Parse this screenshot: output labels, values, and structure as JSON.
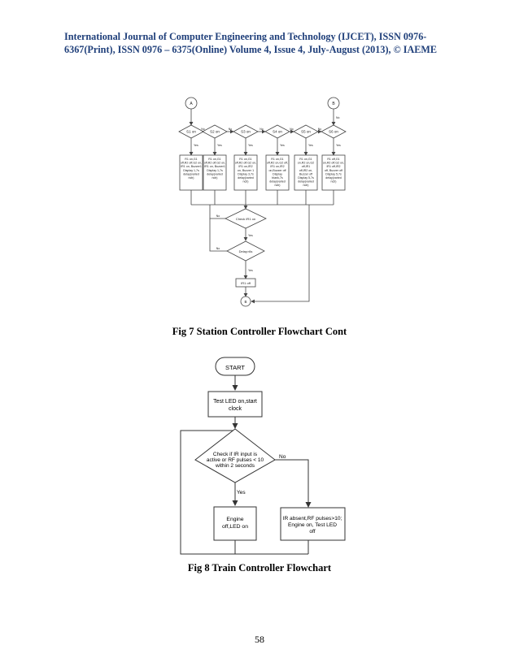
{
  "header": {
    "line1": "International Journal of Computer Engineering and Technology (IJCET), ISSN 0976-",
    "line2": "6367(Print), ISSN 0976 – 6375(Online) Volume 4, Issue 4, July-August (2013), © IAEME"
  },
  "fig7": {
    "caption": "Fig 7 Station Controller Flowchart Cont",
    "connectors": {
      "a": "A",
      "b": "B",
      "bottom": "B"
    },
    "stations": [
      {
        "label": "S1 on",
        "text": [
          "R1 on,G1",
          "off,R2 off,G2 on,",
          "IR1 on, Buzzer1",
          "Display 1,7s",
          "delay(varied",
          "ncb)"
        ]
      },
      {
        "label": "S2 on",
        "text": [
          "R1 on,G1",
          "off,R2 off,G2 on,",
          "IR1 on, Buzzer1",
          "Display 1,7s",
          "delay(varied",
          "ncb)"
        ]
      },
      {
        "label": "S3 on",
        "text": [
          "R1 on,G1",
          "off,R2 off,G2 on,",
          "IR1 on,IR2",
          "on, Buzzer 1",
          "Display 3,7s",
          "delay(varied",
          "ncb)"
        ]
      },
      {
        "label": "S4 on",
        "text": [
          "R1 on,G1",
          "off,R2 on,G2 off,",
          "IR1 on,IR2",
          "on,Buzzer off",
          "Display",
          "blank,7s",
          "delay(varied",
          "ncb)"
        ]
      },
      {
        "label": "S5 on",
        "text": [
          "R1 on,G1",
          "on,R2 on,G2",
          "off,IR1",
          "off,IR2 on,",
          "Buzzer off",
          "Display 5,7s",
          "delay(varied",
          "ncb)"
        ]
      },
      {
        "label": "S6 on",
        "text": [
          "R1 off,G1",
          "on,R2 off,G2 on,",
          "IR1 off,IR2",
          "off, Buzzer off",
          "Display 5,7s",
          "delay(varied",
          "ncb)"
        ]
      }
    ],
    "no": "No",
    "yes": "Yes",
    "check_ir": "Check IR1 on",
    "delay": "Delay>6s",
    "ir_off": "IR1 off"
  },
  "fig8": {
    "caption": "Fig 8 Train Controller Flowchart",
    "start": "START",
    "test_led": [
      "Test LED on,start",
      "clock"
    ],
    "decision": [
      "Check if IR input is",
      "active or RF pulses < 10",
      "within 2 seconds"
    ],
    "no": "No",
    "yes": "Yes",
    "engine_off": [
      "Engine",
      "off,LED on"
    ],
    "ir_absent": [
      "IR absent,RF pulses>10;",
      "Engine on, Test LED",
      "off"
    ]
  },
  "page_number": "58"
}
